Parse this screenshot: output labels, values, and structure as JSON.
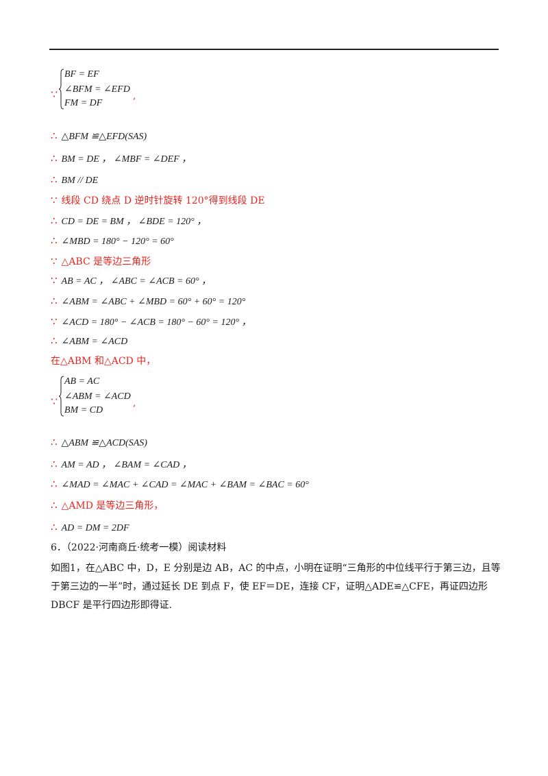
{
  "sys1": {
    "symbol": "∵",
    "rows": [
      "BF = EF",
      "∠BFM = ∠EFD",
      "FM = DF"
    ],
    "comma": ","
  },
  "lines": [
    {
      "sym": "∴",
      "text": "△BFM ≌△EFD(SAS)",
      "red": false
    },
    {
      "sym": "∴",
      "text": "BM = DE ， ∠MBF = ∠DEF ，",
      "red": false
    },
    {
      "sym": "∴",
      "text": "BM // DE",
      "red": false
    },
    {
      "sym": "∵",
      "text": "线段 CD 绕点 D 逆时针旋转 120°得到线段 DE",
      "red": true
    },
    {
      "sym": "∴",
      "text": "CD = DE = BM ， ∠BDE = 120° ，",
      "red": false
    },
    {
      "sym": "∴",
      "text": "∠MBD = 180° − 120° = 60°",
      "red": false
    },
    {
      "sym": "∵",
      "text": "△ABC 是等边三角形",
      "red": true
    },
    {
      "sym": "∵",
      "text": "AB = AC ， ∠ABC = ∠ACB = 60° ，",
      "red": false
    },
    {
      "sym": "∴",
      "text": "∠ABM = ∠ABC + ∠MBD = 60° + 60° = 120°",
      "red": false
    },
    {
      "sym": "∵",
      "text": "∠ACD = 180° − ∠ACB = 180° − 60° = 120° ，",
      "red": false
    },
    {
      "sym": "∴",
      "text": "∠ABM = ∠ACD",
      "red": false
    },
    {
      "sym": "",
      "text": "在△ABM 和△ACD 中，",
      "red": true
    }
  ],
  "sys2": {
    "symbol": "∵",
    "rows": [
      "AB = AC",
      "∠ABM = ∠ACD",
      "BM = CD"
    ],
    "comma": ","
  },
  "lines2": [
    {
      "sym": "∴",
      "text": "△ABM ≌△ACD(SAS)",
      "red": false
    },
    {
      "sym": "∴",
      "text": "AM = AD ， ∠BAM = ∠CAD ，",
      "red": false
    },
    {
      "sym": "∴",
      "text": "∠MAD = ∠MAC + ∠CAD = ∠MAC + ∠BAM = ∠BAC = 60°",
      "red": false
    },
    {
      "sym": "∴",
      "text": "△AMD 是等边三角形，",
      "red": true
    },
    {
      "sym": "∴",
      "text": "AD = DM = 2DF",
      "red": false
    }
  ],
  "problem": {
    "number_source": "6．（2022·河南商丘·统考一模）阅读材料",
    "body": "如图1，在△ABC 中，D，E 分别是边 AB，AC 的中点，小明在证明“三角形的中位线平行于第三边，且等于第三边的一半”时，通过延长 DE 到点 F，使 EF＝DE，连接 CF，证明△ADE≌△CFE，再证四边形 DBCF 是平行四边形即得证."
  },
  "colors": {
    "red": "#e8251f",
    "text": "#1a1a1a"
  }
}
